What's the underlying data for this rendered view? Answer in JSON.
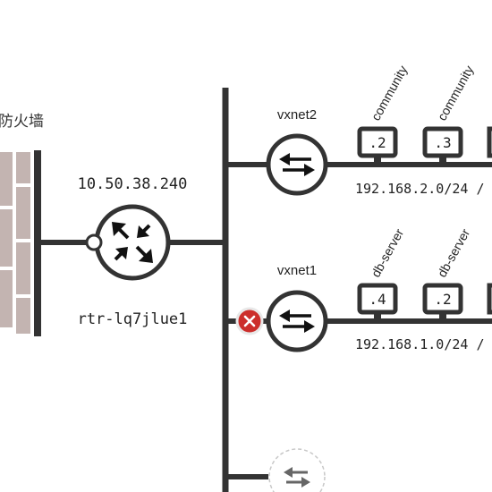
{
  "firewall": {
    "label": "防火墙"
  },
  "router": {
    "ip": "10.50.38.240",
    "id": "rtr-lq7jlue1"
  },
  "vxnets": [
    {
      "name": "vxnet2",
      "cidr": "192.168.2.0/24 /",
      "instances": [
        {
          "ip": ".2",
          "name": "community"
        },
        {
          "ip": ".3",
          "name": "community"
        }
      ]
    },
    {
      "name": "vxnet1",
      "cidr": "192.168.1.0/24 /",
      "instances": [
        {
          "ip": ".4",
          "name": "db-server"
        },
        {
          "ip": ".2",
          "name": "db-server"
        }
      ]
    }
  ],
  "icons": {
    "switch": "switch-arrows-icon",
    "router": "router-arrows-icon",
    "detach": "close-icon",
    "instance": "monitor-icon"
  },
  "colors": {
    "line": "#333333",
    "brick": "#c3b4b1",
    "detach": "#cc2e2b"
  }
}
